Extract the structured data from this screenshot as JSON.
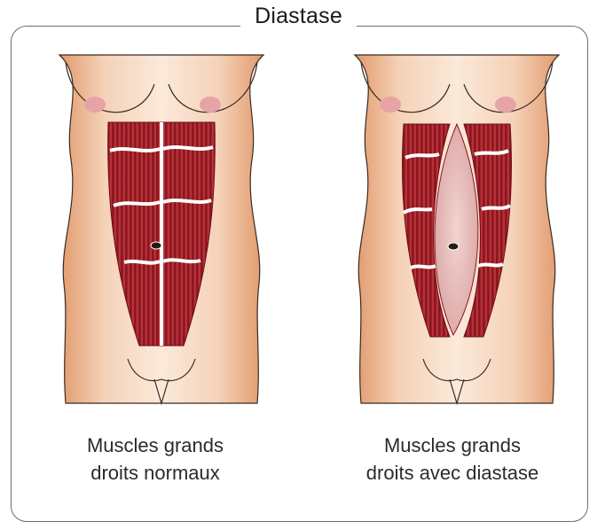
{
  "title": "Diastase",
  "panels": [
    {
      "caption_line1": "Muscles grands",
      "caption_line2": "droits normaux"
    },
    {
      "caption_line1": "Muscles grands",
      "caption_line2": "droits avec diastase"
    }
  ],
  "colors": {
    "skin": "#f9e4d2",
    "skin_shadow": "#e9a77d",
    "muscle": "#b0222b",
    "muscle_dark": "#7e1119",
    "tendon": "#ffffff",
    "areola": "#e7a4a6",
    "diastasis_gap": "#ecc5c3",
    "frame": "#6d6d6d"
  }
}
